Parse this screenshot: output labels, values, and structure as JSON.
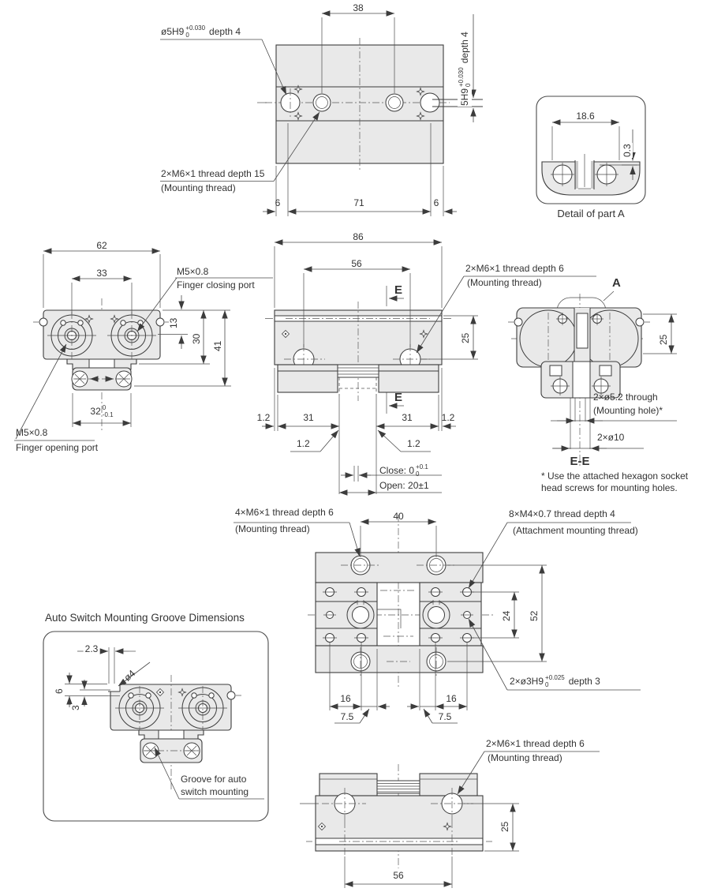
{
  "colors": {
    "body_fill": "#e9e9e9",
    "line": "#3c3c3c"
  },
  "top_view": {
    "dim_38": "38",
    "hole_label": {
      "prefix": "ø5H9",
      "tol_upper": "+0.030",
      "tol_lower": "0",
      "suffix": "depth 4"
    },
    "side_label": {
      "prefix": "5H9",
      "tol_upper": "+0.030",
      "tol_lower": "0",
      "suffix": "depth 4"
    },
    "thread_label_line1": "2×M6×1 thread depth 15",
    "thread_label_line2": "(Mounting thread)",
    "dim_6_left": "6",
    "dim_71": "71",
    "dim_6_right": "6"
  },
  "detail_a": {
    "dim_18_6": "18.6",
    "dim_0_3": "0.3",
    "caption": "Detail of part A"
  },
  "front_view": {
    "dim_62": "62",
    "dim_33": "33",
    "dim_13": "13",
    "dim_30": "30",
    "dim_41": "41",
    "closing_port_line1": "M5×0.8",
    "closing_port_line2": "Finger closing port",
    "dim_32": {
      "value": "32",
      "tol_upper": "0",
      "tol_lower": "-0.1"
    },
    "opening_port_line1": "M5×0.8",
    "opening_port_line2": "Finger opening port"
  },
  "side_view": {
    "dim_86": "86",
    "dim_56": "56",
    "section_mark": "E",
    "thread_label_line1": "2×M6×1 thread depth 6",
    "thread_label_line2": "(Mounting thread)",
    "dim_25": "25",
    "dim_1_2_left": "1.2",
    "dim_31_left": "31",
    "dim_31_right": "31",
    "dim_1_2_right": "1.2",
    "leader_1_2_left": "1.2",
    "leader_1_2_right": "1.2",
    "close_label": {
      "prefix": "Close: 0",
      "tol_upper": "+0.1",
      "tol_lower": "0"
    },
    "open_label": "Open: 20±1"
  },
  "ee_view": {
    "detail_mark": "A",
    "dim_25": "25",
    "mounting_hole_line1": "2×ø5.2 through",
    "mounting_hole_line2": "(Mounting hole)*",
    "counterbore_label": "2×ø10",
    "section_title": "E-E",
    "footnote_line1": "* Use the attached hexagon socket",
    "footnote_line2": "head screws for mounting holes."
  },
  "plan_view": {
    "thread_m6_line1": "4×M6×1 thread depth 6",
    "thread_m6_line2": "(Mounting thread)",
    "dim_40": "40",
    "thread_m4_line1": "8×M4×0.7 thread depth 4",
    "thread_m4_line2": "(Attachment mounting thread)",
    "dim_24": "24",
    "dim_52": "52",
    "pin_hole_label": {
      "prefix": "2×ø3H9",
      "tol_upper": "+0.025",
      "tol_lower": "0",
      "suffix": "depth 3"
    },
    "dim_16_left": "16",
    "dim_16_right": "16",
    "dim_7_5_left": "7.5",
    "dim_7_5_right": "7.5"
  },
  "auto_switch": {
    "title": "Auto Switch Mounting Groove Dimensions",
    "dim_2_3": "2.3",
    "dim_d4": "ø4",
    "dim_6": "6",
    "dim_3": "3",
    "groove_line1": "Groove for auto",
    "groove_line2": "switch mounting"
  },
  "bottom_view": {
    "thread_label_line1": "2×M6×1 thread depth 6",
    "thread_label_line2": "(Mounting thread)",
    "dim_25": "25",
    "dim_56": "56"
  }
}
